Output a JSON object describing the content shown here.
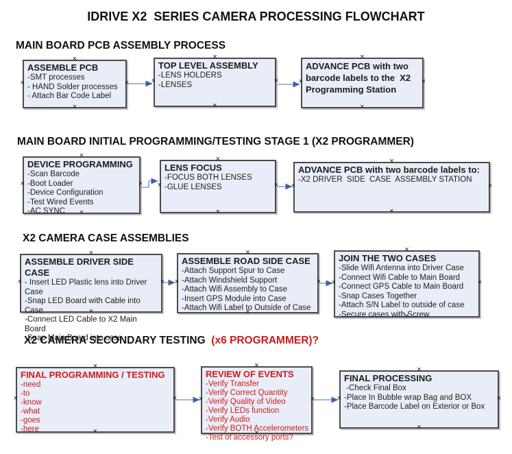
{
  "title": "IDRIVE X2  SERIES CAMERA PROCESSING FLOWCHART",
  "colors": {
    "box_fill": "#e8edf7",
    "box_border": "#4a4a4a",
    "red_text": "#d01a1a",
    "arrow_line": "#8ba0c2",
    "arrow_head": "#3e63a8"
  },
  "sections": [
    {
      "heading": "MAIN BOARD PCB ASSEMBLY PROCESS",
      "heading_suffix": "",
      "boxes": [
        {
          "title": "ASSEMBLE PCB",
          "lines": [
            "-SMT processes",
            "- HAND Solder processes",
            "- Attach Bar Code Label"
          ]
        },
        {
          "title": "TOP LEVEL ASSEMBLY",
          "lines": [
            "-LENS HOLDERS",
            "-LENSES"
          ]
        },
        {
          "title": "ADVANCE PCB with two barcode labels to the  X2 Programming Station",
          "lines": []
        }
      ]
    },
    {
      "heading": "MAIN BOARD INITIAL PROGRAMMING/TESTING STAGE 1 (X2 PROGRAMMER)",
      "heading_suffix": "",
      "boxes": [
        {
          "title": "DEVICE PROGRAMMING",
          "lines": [
            "-Scan Barcode",
            "-Boot Loader",
            "-Device Configuration",
            "-Test Wired Events",
            "-AC SYNC"
          ]
        },
        {
          "title": "LENS FOCUS",
          "lines": [
            "-FOCUS BOTH LENSES",
            "-GLUE LENSES"
          ]
        },
        {
          "title": "ADVANCE PCB with two barcode labels to:",
          "lines": [
            "-X2 DRIVER  SIDE  CASE  ASSEMBLY STATION"
          ]
        }
      ]
    },
    {
      "heading": "X2 CAMERA CASE ASSEMBLIES",
      "heading_suffix": "",
      "boxes": [
        {
          "title": "ASSEMBLE DRIVER SIDE CASE",
          "lines": [
            "- Insert LED Plastic lens into Driver Case",
            "-Snap LED Board with Cable into Case",
            "-Connect LED Cable to X2 Main Board",
            "-Snap Main Board into case"
          ]
        },
        {
          "title": "ASSEMBLE ROAD SIDE CASE",
          "lines": [
            "-Attach Support Spur to Case",
            "-Attach Windshield Support",
            "-Attach Wifi Assembly to Case",
            "-Insert GPS Module into Case",
            "-Attach Wifi Label to Outside of Case"
          ]
        },
        {
          "title": "JOIN THE TWO CASES",
          "lines": [
            "-Slide Wifi Antenna into Driver Case",
            "-Connect Wifi Cable to Main Board",
            "-Connect GPS Cable to Main Board",
            "-Snap Cases Together",
            "-Attach S/N Label to outside of case",
            "-Secure cases with Screw"
          ]
        }
      ]
    },
    {
      "heading": "X2 CAMERA SECONDARY TESTING ",
      "heading_suffix": " (x6 PROGRAMMER)?",
      "boxes": [
        {
          "title": "FINAL PROGRAMMING / TESTING",
          "lines": [
            "-need",
            "-to",
            "-know",
            "-what",
            "-goes",
            "-here"
          ]
        },
        {
          "title": "REVIEW OF EVENTS",
          "lines": [
            "-Verify Transfer",
            "-Verify Correct Quantity",
            "-Verify Quality of Video",
            "-Verify LEDs function",
            "-Verify Audio",
            "-Verify BOTH Accelerometers",
            "-Test of accessory ports?"
          ]
        },
        {
          "title": "FINAL PROCESSING",
          "lines": [
            " -Check Final Box",
            "-Place In Bubble wrap Bag and BOX",
            "-Place Barcode Label on Exterior or Box"
          ]
        }
      ]
    }
  ]
}
